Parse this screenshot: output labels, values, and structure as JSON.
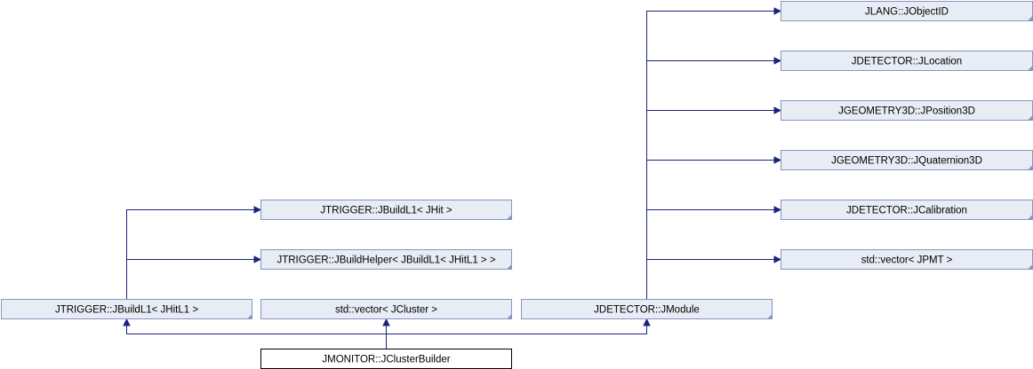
{
  "diagram": {
    "nodes": [
      {
        "id": "jobjectid",
        "label": "JLANG::JObjectID",
        "main": false
      },
      {
        "id": "jlocation",
        "label": "JDETECTOR::JLocation",
        "main": false
      },
      {
        "id": "jposition3d",
        "label": "JGEOMETRY3D::JPosition3D",
        "main": false
      },
      {
        "id": "jquaternion3d",
        "label": "JGEOMETRY3D::JQuaternion3D",
        "main": false
      },
      {
        "id": "jcalibration",
        "label": "JDETECTOR::JCalibration",
        "main": false
      },
      {
        "id": "vector-jpmt",
        "label": "std::vector< JPMT >",
        "main": false
      },
      {
        "id": "jbuildl1-jhit",
        "label": "JTRIGGER::JBuildL1< JHit >",
        "main": false
      },
      {
        "id": "jbuildhelper",
        "label": "JTRIGGER::JBuildHelper< JBuildL1< JHitL1 > >",
        "main": false
      },
      {
        "id": "jbuildl1-jhitl1",
        "label": "JTRIGGER::JBuildL1< JHitL1 >",
        "main": false
      },
      {
        "id": "vector-jcluster",
        "label": "std::vector< JCluster >",
        "main": false
      },
      {
        "id": "jmodule",
        "label": "JDETECTOR::JModule",
        "main": false
      },
      {
        "id": "jclusterbuilder",
        "label": "JMONITOR::JClusterBuilder",
        "main": true
      }
    ],
    "edges": [
      {
        "from": "jclusterbuilder",
        "to": "jbuildl1-jhitl1"
      },
      {
        "from": "jclusterbuilder",
        "to": "vector-jcluster"
      },
      {
        "from": "jclusterbuilder",
        "to": "jmodule"
      },
      {
        "from": "jbuildl1-jhitl1",
        "to": "jbuildl1-jhit"
      },
      {
        "from": "jbuildl1-jhitl1",
        "to": "jbuildhelper"
      },
      {
        "from": "jmodule",
        "to": "jobjectid"
      },
      {
        "from": "jmodule",
        "to": "jlocation"
      },
      {
        "from": "jmodule",
        "to": "jposition3d"
      },
      {
        "from": "jmodule",
        "to": "jquaternion3d"
      },
      {
        "from": "jmodule",
        "to": "jcalibration"
      },
      {
        "from": "jmodule",
        "to": "vector-jpmt"
      }
    ],
    "colors": {
      "node_fill": "#e8ecf4",
      "node_border": "#8497bd",
      "main_fill": "#ffffff",
      "main_border": "#000000",
      "edge": "#1a237e"
    }
  }
}
